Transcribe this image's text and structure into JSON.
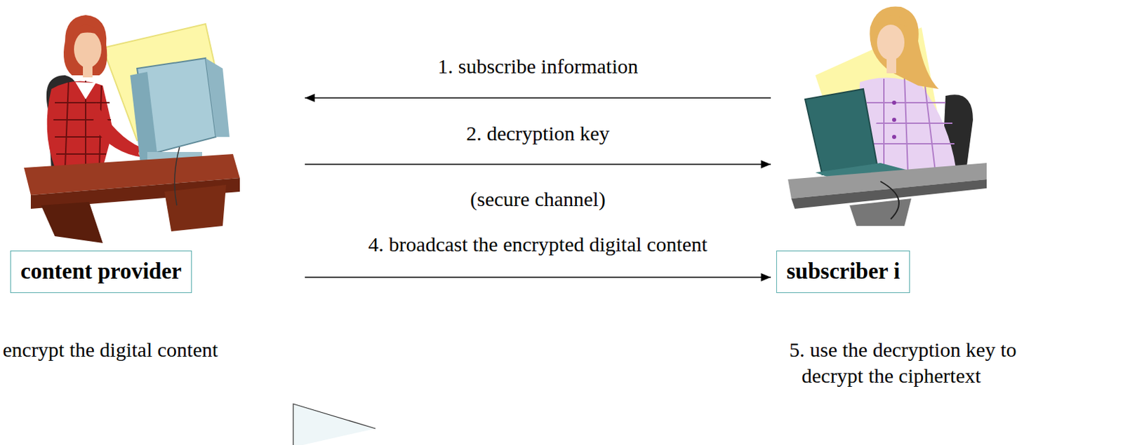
{
  "diagram": {
    "nodes": [
      {
        "text": [
          "content provider"
        ]
      },
      {
        "text": [
          "subscriber i"
        ]
      }
    ],
    "edges": [
      {
        "from": 1,
        "to": 0,
        "arrow": "to",
        "label": "1. subscribe information"
      },
      {
        "from": 0,
        "to": 1,
        "arrow": "to",
        "label": "2. decryption key"
      },
      {
        "from": 0,
        "to": 1,
        "arrow": "to",
        "label": "4. broadcast the encrypted digital content"
      }
    ],
    "labels": [
      "(secure channel)",
      "encrypt the digital content",
      "5. use the decryption key to decrypt the ciphertext"
    ]
  }
}
